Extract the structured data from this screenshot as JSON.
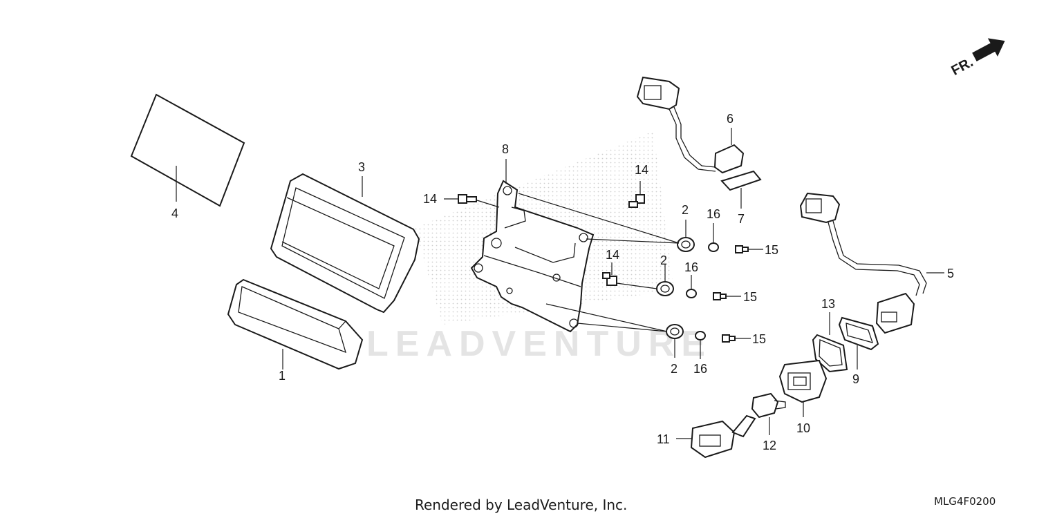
{
  "watermark_text": "LEADVENTURE",
  "orientation": {
    "label": "FR.",
    "icon": "arrow-icon"
  },
  "callouts": {
    "c1": "1",
    "c2a": "2",
    "c2b": "2",
    "c2c": "2",
    "c3": "3",
    "c4": "4",
    "c5": "5",
    "c6": "6",
    "c7": "7",
    "c8": "8",
    "c9": "9",
    "c10": "10",
    "c11": "11",
    "c12": "12",
    "c13": "13",
    "c14a": "14",
    "c14b": "14",
    "c14c": "14",
    "c15a": "15",
    "c15b": "15",
    "c15c": "15",
    "c16a": "16",
    "c16b": "16",
    "c16c": "16"
  },
  "footer": {
    "rendered_by": "Rendered by LeadVenture, Inc.",
    "diagram_code": "MLG4F0200"
  }
}
